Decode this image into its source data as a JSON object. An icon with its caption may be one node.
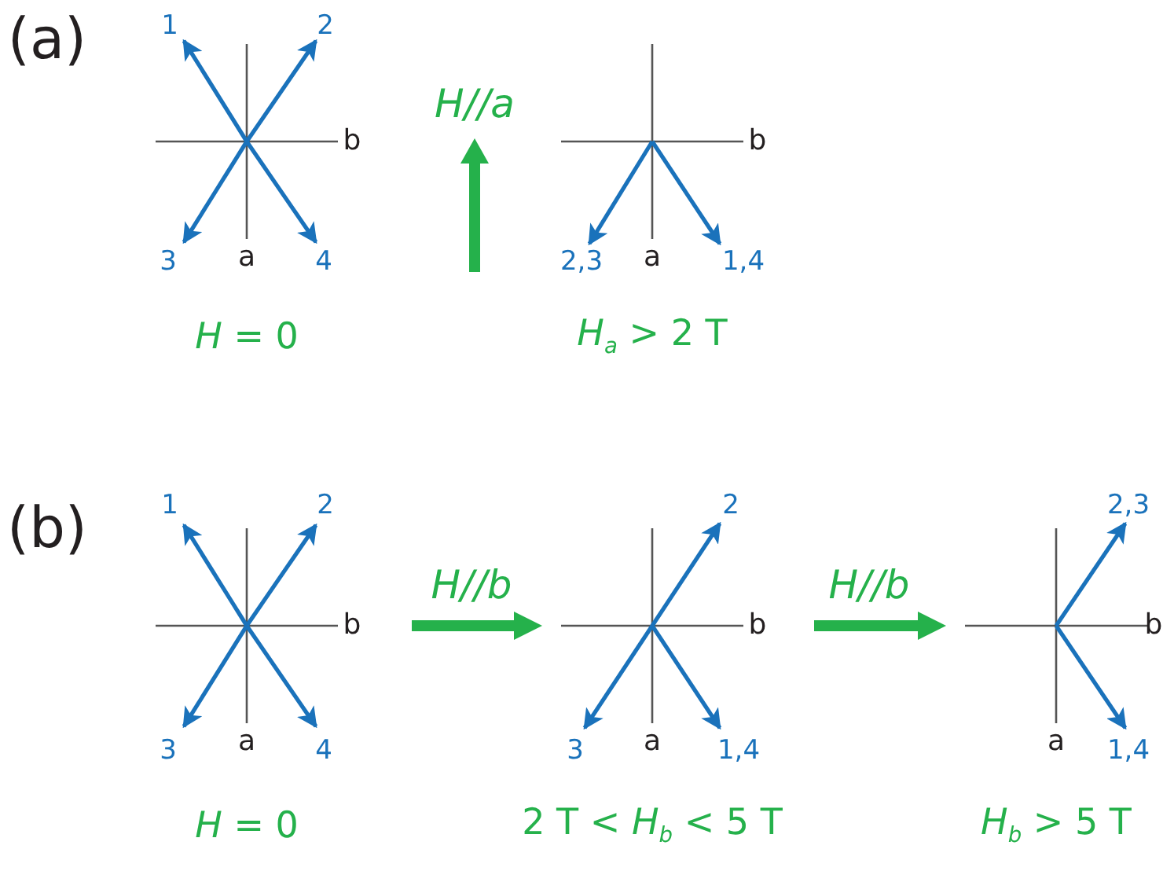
{
  "diagram": {
    "labels": [
      "(a)",
      "1",
      "2",
      "H//a",
      "b",
      "3",
      "a",
      "4",
      "b",
      "2,3",
      "a",
      "1,4",
      "*H* = 0",
      "*H*$_{a}$ > 2 T",
      "(b)",
      "1",
      "2",
      "2",
      "2,3",
      "H//b",
      "b",
      "H//b",
      "b",
      "b",
      "3",
      "a",
      "4",
      "3",
      "a",
      "1,4",
      "a",
      "1,4",
      "*H* = 0",
      "2 T < *H*$_{b}$ < 5 T",
      "*H*$_{b}$ > 5 T"
    ]
  }
}
